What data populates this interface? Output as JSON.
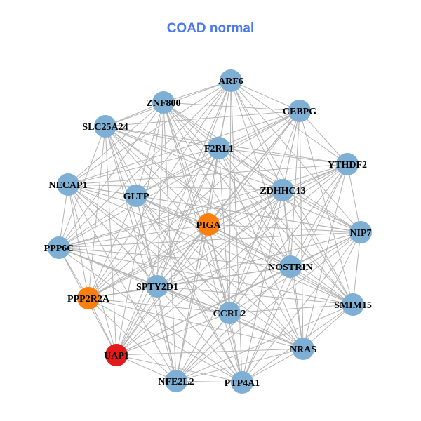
{
  "title": "COAD normal",
  "colors": {
    "default": "#7eb0d5",
    "orange": "#ff7f0e",
    "red": "#e31a1c",
    "edge": "#b3b3b3"
  },
  "nodes": [
    {
      "id": "ARF6",
      "color": "default"
    },
    {
      "id": "ZNF800",
      "color": "default"
    },
    {
      "id": "CEBPG",
      "color": "default"
    },
    {
      "id": "SLC25A24",
      "color": "default"
    },
    {
      "id": "F2RL1",
      "color": "default"
    },
    {
      "id": "YTHDF2",
      "color": "default"
    },
    {
      "id": "NECAP1",
      "color": "default"
    },
    {
      "id": "GLTP",
      "color": "default"
    },
    {
      "id": "ZDHHC13",
      "color": "default"
    },
    {
      "id": "PIGA",
      "color": "orange"
    },
    {
      "id": "NIP7",
      "color": "default"
    },
    {
      "id": "PPP6C",
      "color": "default"
    },
    {
      "id": "NOSTRIN",
      "color": "default"
    },
    {
      "id": "SPTY2D1",
      "color": "default"
    },
    {
      "id": "PPP2R2A",
      "color": "orange"
    },
    {
      "id": "CCRL2",
      "color": "default"
    },
    {
      "id": "SMIM15",
      "color": "default"
    },
    {
      "id": "UAP1",
      "color": "red"
    },
    {
      "id": "NRAS",
      "color": "default"
    },
    {
      "id": "NFE2L2",
      "color": "default"
    },
    {
      "id": "PTP4A1",
      "color": "default"
    }
  ]
}
